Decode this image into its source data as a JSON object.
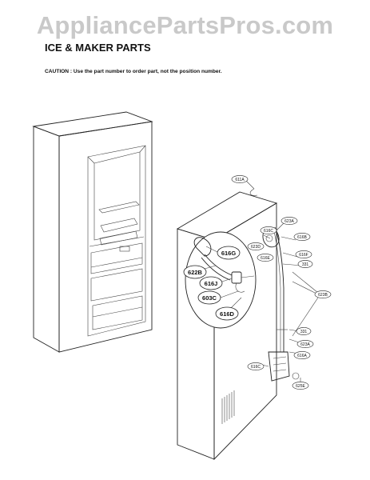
{
  "watermark": "AppliancePartsPros.com",
  "title": "ICE & MAKER PARTS",
  "caution": "CAUTION : Use the part number to order part, not the position number.",
  "callouts": {
    "c611A": "611A",
    "c623A": "623A",
    "c616B_top": "616B",
    "c616C": "616C",
    "c623D": "623D",
    "c616E": "616E",
    "c616F": "616F",
    "c331_upper": "331",
    "c623B_right": "623B",
    "c331_lower": "331",
    "c623A_lower": "623A",
    "c616A": "616A",
    "c616C_lower": "616C",
    "c625E": "625E",
    "c616G": "616G",
    "c622B": "622B",
    "c616J": "616J",
    "c603C": "603C",
    "c616D": "616D"
  }
}
